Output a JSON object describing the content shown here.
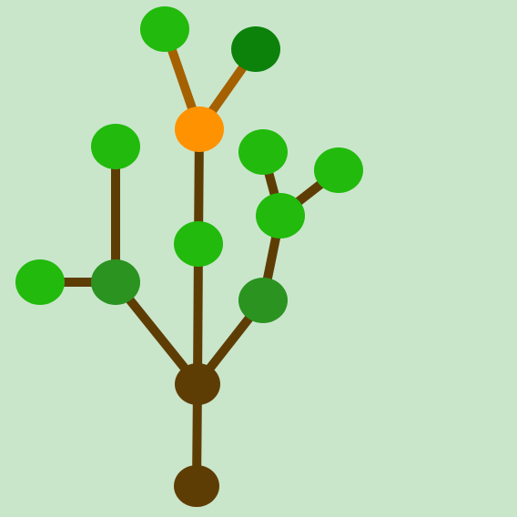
{
  "colors": {
    "background": "#c9e6cb",
    "branch_brown": "#5e3d05",
    "branch_orange": "#a56000",
    "root_brown": "#5e3d05",
    "leaf_light": "#22ba0c",
    "leaf_mid": "#2b9320",
    "leaf_dark": "#0c820a",
    "flower_orange": "#fe9200"
  },
  "tree": {
    "nodes": [
      {
        "id": "root-base",
        "type": "root",
        "color": "root_brown"
      },
      {
        "id": "trunk-hub",
        "type": "root",
        "color": "root_brown"
      },
      {
        "id": "left-branch-node",
        "type": "leaf",
        "color": "leaf_mid"
      },
      {
        "id": "far-left-leaf",
        "type": "leaf",
        "color": "leaf_light"
      },
      {
        "id": "left-top-leaf",
        "type": "leaf",
        "color": "leaf_light"
      },
      {
        "id": "center-leaf",
        "type": "leaf",
        "color": "leaf_light"
      },
      {
        "id": "flower",
        "type": "flower",
        "color": "flower_orange"
      },
      {
        "id": "flower-left-leaf",
        "type": "leaf",
        "color": "leaf_light"
      },
      {
        "id": "flower-right-leaf",
        "type": "leaf",
        "color": "leaf_dark"
      },
      {
        "id": "right-branch-node",
        "type": "leaf",
        "color": "leaf_mid"
      },
      {
        "id": "right-mid-leaf",
        "type": "leaf",
        "color": "leaf_light"
      },
      {
        "id": "right-upper-leaf",
        "type": "leaf",
        "color": "leaf_light"
      },
      {
        "id": "right-far-leaf",
        "type": "leaf",
        "color": "leaf_light"
      }
    ],
    "edges": [
      {
        "from": "root-base",
        "to": "trunk-hub",
        "color": "branch_brown"
      },
      {
        "from": "trunk-hub",
        "to": "left-branch-node",
        "color": "branch_brown"
      },
      {
        "from": "left-branch-node",
        "to": "far-left-leaf",
        "color": "branch_brown"
      },
      {
        "from": "left-branch-node",
        "to": "left-top-leaf",
        "color": "branch_brown"
      },
      {
        "from": "trunk-hub",
        "to": "center-leaf",
        "color": "branch_brown"
      },
      {
        "from": "center-leaf",
        "to": "flower",
        "color": "branch_brown"
      },
      {
        "from": "flower",
        "to": "flower-left-leaf",
        "color": "branch_orange"
      },
      {
        "from": "flower",
        "to": "flower-right-leaf",
        "color": "branch_orange"
      },
      {
        "from": "trunk-hub",
        "to": "right-branch-node",
        "color": "branch_brown"
      },
      {
        "from": "right-branch-node",
        "to": "right-mid-leaf",
        "color": "branch_brown"
      },
      {
        "from": "right-mid-leaf",
        "to": "right-upper-leaf",
        "color": "branch_brown"
      },
      {
        "from": "right-mid-leaf",
        "to": "right-far-leaf",
        "color": "branch_brown"
      }
    ]
  }
}
